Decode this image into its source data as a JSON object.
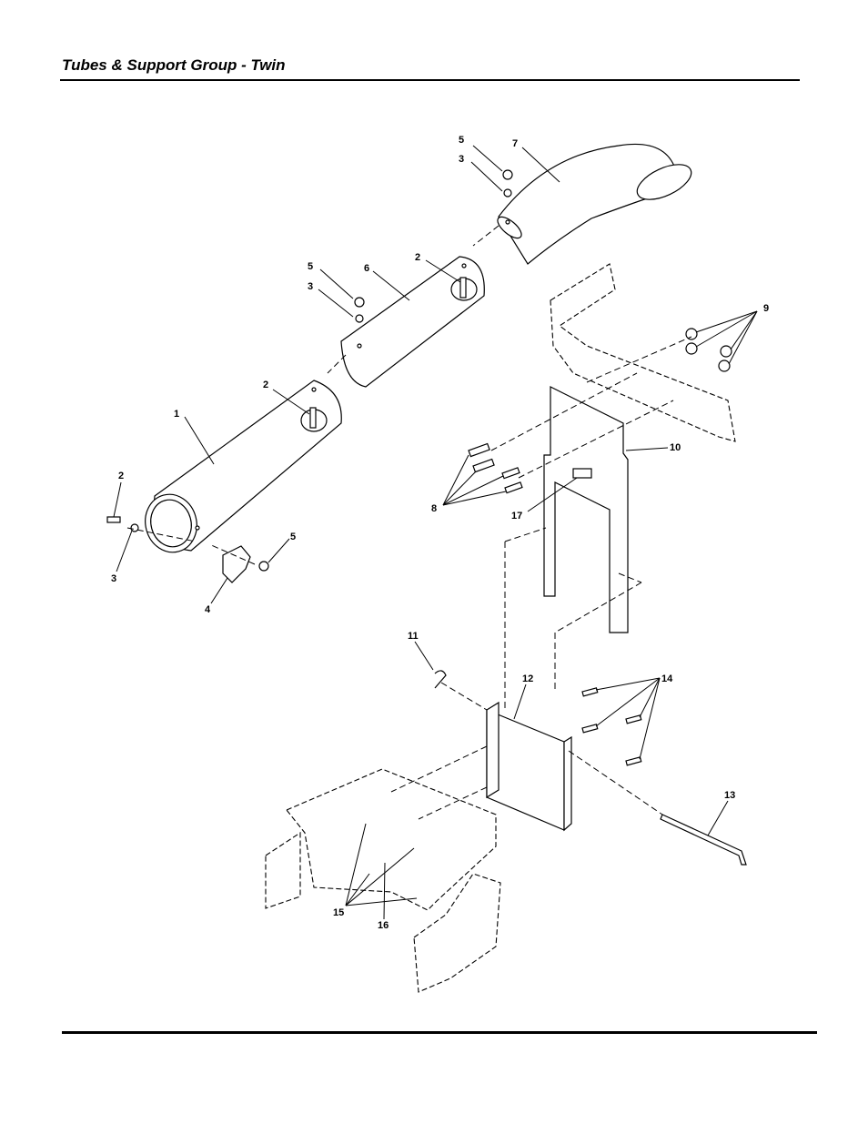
{
  "header": {
    "title": "Tubes & Support Group - Twin"
  },
  "callouts": {
    "c1": "1",
    "c2a": "2",
    "c2b": "2",
    "c2c": "2",
    "c3a": "3",
    "c3b": "3",
    "c3c": "3",
    "c4": "4",
    "c5a": "5",
    "c5b": "5",
    "c5c": "5",
    "c6": "6",
    "c7": "7",
    "c8": "8",
    "c9": "9",
    "c10": "10",
    "c11": "11",
    "c12": "12",
    "c13": "13",
    "c14": "14",
    "c15": "15",
    "c16": "16",
    "c17": "17"
  }
}
